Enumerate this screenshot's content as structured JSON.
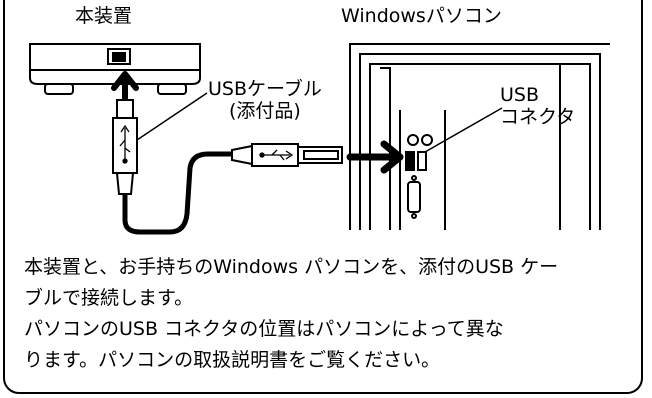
{
  "labels": {
    "device": "本装置",
    "pc": "Windowsパソコン",
    "cable_line1": "USBケーブル",
    "cable_line2": "(添付品)",
    "connector_line1": "USB",
    "connector_line2": "コネクタ"
  },
  "description": [
    "本装置と、お手持ちのWindows パソコンを、添付のUSB ケー",
    "ブルで接続します。",
    "パソコンのUSB コネクタの位置はパソコンによって異な",
    "ります。パソコンの取扱説明書をご覧ください。"
  ],
  "colors": {
    "ink": "#000000",
    "paper": "#ffffff"
  },
  "icons": [
    "usb-symbol-icon",
    "arrow-up-icon",
    "arrow-right-icon"
  ]
}
